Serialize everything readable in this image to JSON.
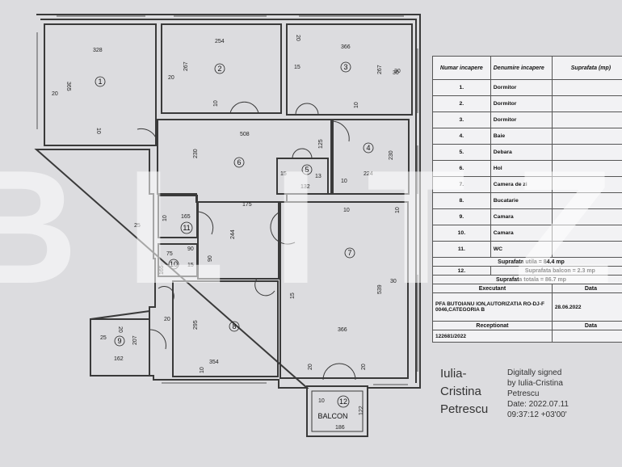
{
  "plan": {
    "rooms": [
      {
        "num": "1",
        "dims": [
          "328",
          "365",
          "20",
          "10"
        ]
      },
      {
        "num": "2",
        "dims": [
          "254",
          "267",
          "20",
          "10"
        ]
      },
      {
        "num": "3",
        "dims": [
          "366",
          "267",
          "15",
          "30",
          "10",
          "20"
        ]
      },
      {
        "num": "4",
        "dims": [
          "230",
          "224",
          "10"
        ]
      },
      {
        "num": "5",
        "dims": [
          "15",
          "13",
          "132",
          "125"
        ]
      },
      {
        "num": "6",
        "dims": [
          "508",
          "230",
          "175"
        ]
      },
      {
        "num": "7",
        "dims": [
          "539",
          "366",
          "30",
          "10",
          "15"
        ]
      },
      {
        "num": "8",
        "dims": [
          "295",
          "354",
          "20",
          "10"
        ]
      },
      {
        "num": "9",
        "dims": [
          "25",
          "207",
          "162",
          "20"
        ]
      },
      {
        "num": "10",
        "dims": [
          "75",
          "165",
          "90",
          "90",
          "15"
        ]
      },
      {
        "num": "11",
        "dims": [
          "165",
          "25",
          "10"
        ]
      },
      {
        "num": "12",
        "dims": [
          "10",
          "186",
          "122",
          "20"
        ]
      }
    ],
    "other_dims": [
      "244",
      "10",
      "20",
      "30"
    ],
    "balcony_label": "BALCON"
  },
  "table": {
    "headers": [
      "Numar incapere",
      "Denumire incapere",
      "Suprafata (mp)",
      "Data"
    ],
    "rows": [
      {
        "num": "1.",
        "name": "Dormitor"
      },
      {
        "num": "2.",
        "name": "Dormitor"
      },
      {
        "num": "3.",
        "name": "Dormitor"
      },
      {
        "num": "4.",
        "name": "Baie"
      },
      {
        "num": "5.",
        "name": "Debara"
      },
      {
        "num": "6.",
        "name": "Hol"
      },
      {
        "num": "7.",
        "name": "Camera de zi"
      },
      {
        "num": "8.",
        "name": "Bucatarie"
      },
      {
        "num": "9.",
        "name": "Camara"
      },
      {
        "num": "10.",
        "name": "Camara"
      },
      {
        "num": "11.",
        "name": "WC"
      }
    ],
    "row12_num": "12.",
    "suprafata_utila": "Suprafata utila = 84.4 mp",
    "suprafata_balcon": "Suprafata balcon = 2.3 mp",
    "suprafata_totala": "Suprafata totala = 86.7 mp",
    "executant_label": "Executant",
    "executant_name": "PFA BUTOIANU ION,AUTORIZATIA RO-DJ-F 0046,CATEGORIA B",
    "executant_date": "28.06.2022",
    "data_label": "Data",
    "receptionat_label": "Receptionat",
    "receptionat_num": "122681/2022"
  },
  "signature": {
    "name_lines": [
      "Iulia-",
      "Cristina",
      "Petrescu"
    ],
    "text_lines": [
      "Digitally signed",
      "by Iulia-Cristina",
      "Petrescu",
      "Date: 2022.07.11",
      "09:37:12 +03'00'"
    ]
  },
  "watermark": "BLITZ"
}
